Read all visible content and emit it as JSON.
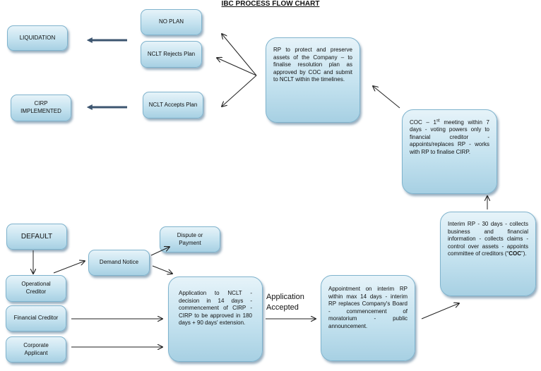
{
  "title": "IBC PROCESS FLOW CHART",
  "nodes": {
    "no_plan": "NO PLAN",
    "nclt_rejects": "NCLT Rejects Plan",
    "nclt_accepts": "NCLT Accepts Plan",
    "liquidation": "LIQUIDATION",
    "cirp_implemented": "CIRP IMPLEMENTED",
    "rp_protect": "RP to protect and preserve assets of the Company – to finalise resolution plan as approved by COC and submit to NCLT within the timelines.",
    "coc_first_meeting": {
      "prefix": "COC – 1",
      "sup": "st",
      "suffix": " meeting within 7 days - voting powers only to financial creditor - appoints/replaces RP - works with RP to finalise CIRP."
    },
    "interim_rp": {
      "prefix": "Interim RP - 30 days - collects business and financial information - collects claims - control over assets - appoints committee of creditors (“",
      "bold": "COC",
      "suffix": "”)."
    },
    "default": "DEFAULT",
    "dispute_or_payment": "Dispute or Payment",
    "demand_notice": "Demand Notice",
    "operational_creditor": "Operational Creditor",
    "financial_creditor": "Financial Creditor",
    "corporate_applicant": "Corporate Applicant",
    "application_nclt": "Application to NCLT - decision in 14 days - commencement of CIRP - CIRP to be approved in 180 days + 90 days' extension.",
    "application_accepted": "Application Accepted",
    "appointment_interim_rp": "Appointment on interim RP within max 14 days - interim RP replaces Company's Board - commencement of moratorium - public announcement."
  },
  "colors": {
    "box_fill": "#c4e2ef",
    "box_border": "#7fb3cd",
    "thick_arrow": "#3d5670",
    "thin_arrow": "#222222"
  }
}
